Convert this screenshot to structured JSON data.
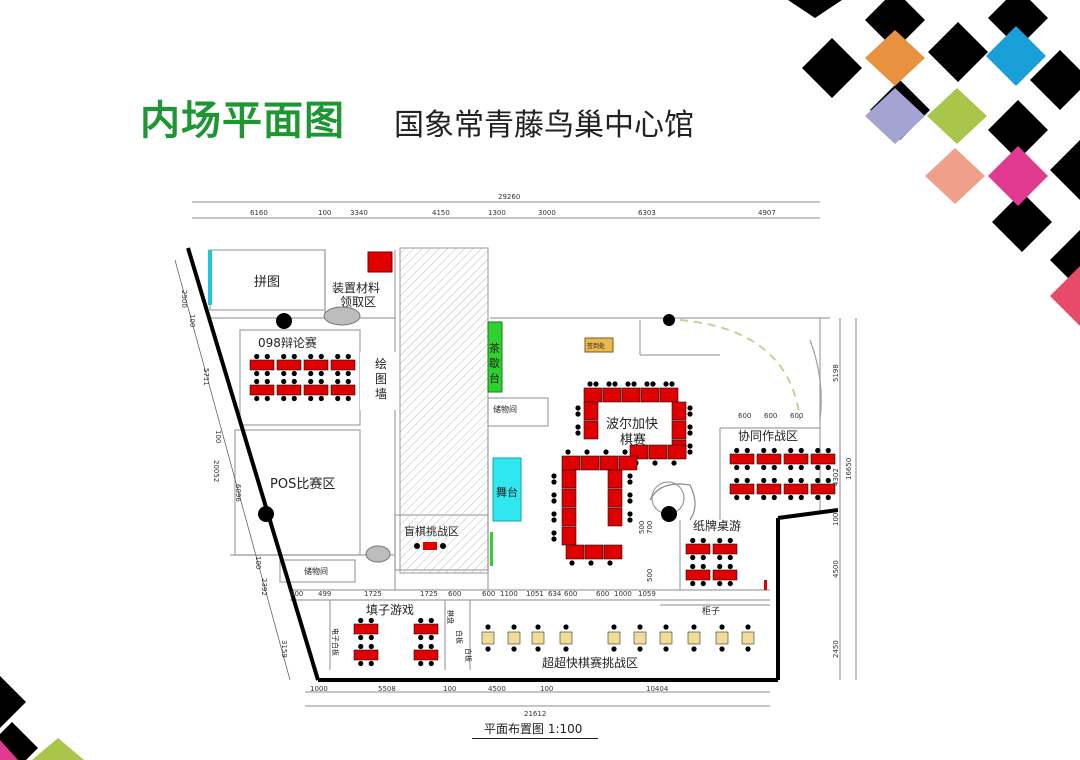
{
  "header": {
    "title": "内场平面图",
    "venue": "国象常青藤鸟巢中心馆"
  },
  "plan": {
    "scale_label": "平面布置图 1:100",
    "zones": {
      "puzzle": "拼图",
      "material_1": "装置材料",
      "material_2": "领取区",
      "debate": "098辩论赛",
      "drawing_wall_1": "绘",
      "drawing_wall_2": "图",
      "drawing_wall_3": "墙",
      "pos": "POS比赛区",
      "storage_left": "储物间",
      "tea_1": "茶",
      "tea_2": "歇",
      "tea_3": "台",
      "storage_mid": "储物间",
      "stage": "舞台",
      "sign": "签到处",
      "bolger_1": "波尔加快",
      "bolger_2": "棋赛",
      "coop": "协同作战区",
      "card": "纸牌桌游",
      "blind": "盲棋挑战区",
      "fill_game": "填子游戏",
      "cabinet": "柜子",
      "ultra": "超超快棋赛挑战区",
      "vertical_1": "电子白板",
      "vertical_2": "棋盘",
      "vertical_3": "白板",
      "vertical_4": "白板"
    },
    "dims": {
      "total_top": "29260",
      "top": [
        "6160",
        "100",
        "3340",
        "4150",
        "1300",
        "3000",
        "6303",
        "4907"
      ],
      "total_bottom": "21612",
      "bottom": [
        "1000",
        "5508",
        "100",
        "4500",
        "100",
        "10404"
      ],
      "inner_bottom": [
        "600",
        "499",
        "1725",
        "1725",
        "600",
        "600",
        "1100",
        "1051",
        "634",
        "600",
        "600",
        "1000",
        "1059"
      ],
      "left": [
        "2500",
        "100",
        "5711",
        "100",
        "20052",
        "6096",
        "100",
        "2392",
        "3159"
      ],
      "right_total": "16650",
      "right": [
        "5198",
        "4302",
        "100",
        "4500",
        "2450"
      ],
      "coop_top": [
        "600",
        "600",
        "600"
      ],
      "card_side": [
        "500",
        "700",
        "500"
      ]
    }
  }
}
